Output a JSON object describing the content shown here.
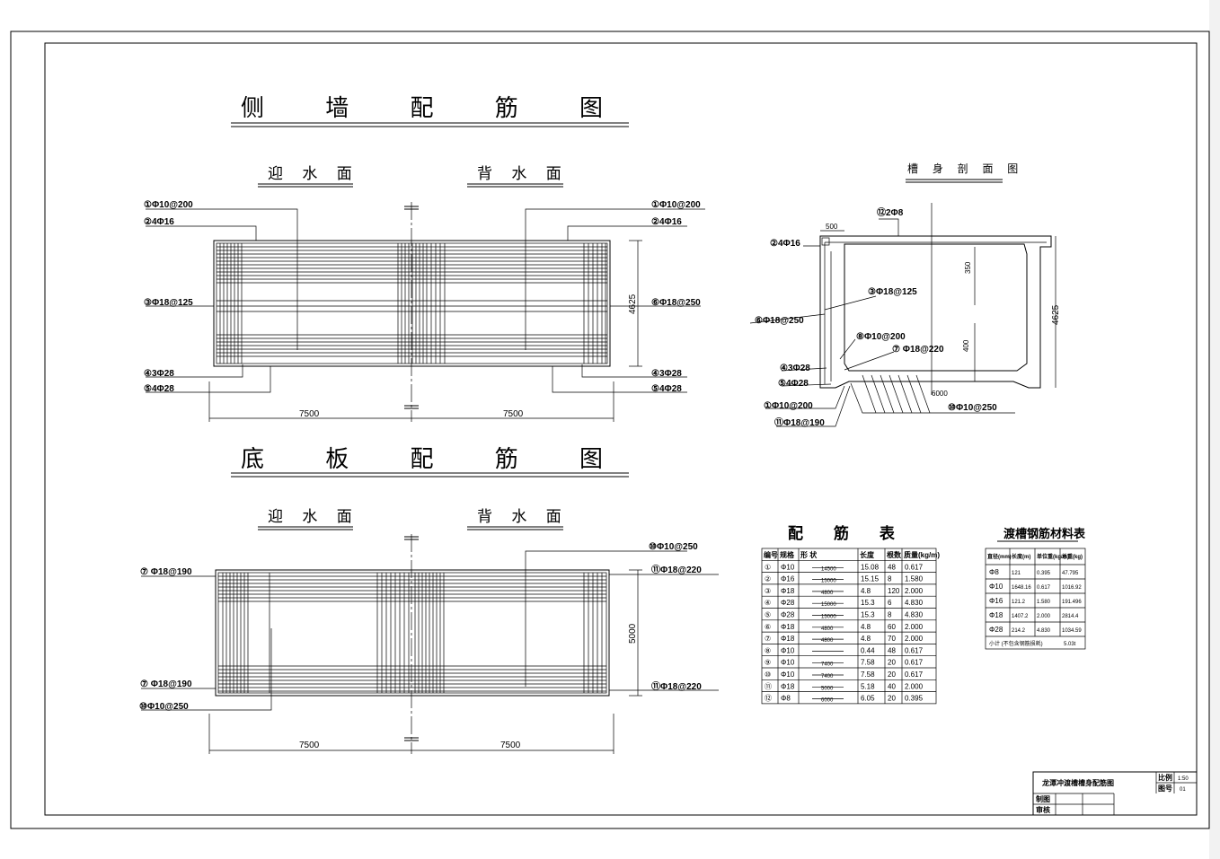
{
  "titles": {
    "side_wall": "侧 墙 配 筋 图",
    "bottom_slab": "底 板 配 筋 图",
    "upstream_face_1": "迎 水 面",
    "downstream_face_1": "背 水 面",
    "upstream_face_2": "迎 水 面",
    "downstream_face_2": "背 水 面",
    "section": "槽 身 剖 面 图",
    "rebar_table": "配 筋 表",
    "material_table": "渡槽钢筋材料表"
  },
  "wall_labels": {
    "l1": "①Φ10@200",
    "l2": "②4Φ16",
    "l3": "③Φ18@125",
    "l4": "④3Φ28",
    "l5": "⑤4Φ28",
    "r1": "①Φ10@200",
    "r2": "②4Φ16",
    "r6": "⑥Φ18@250",
    "r4": "④3Φ28",
    "r5": "⑤4Φ28",
    "dim_left": "7500",
    "dim_right": "7500",
    "dim_height": "4625"
  },
  "slab_labels": {
    "l7a": "⑦ Φ18@190",
    "l7b": "⑦ Φ18@190",
    "l10": "⑩Φ10@250",
    "r10": "⑩Φ10@250",
    "r11a": "⑪Φ18@220",
    "r11b": "⑪Φ18@220",
    "dim_left": "7500",
    "dim_right": "7500",
    "dim_height": "5000"
  },
  "section_labels": {
    "d500": "500",
    "l12": "⑫2Φ8",
    "l2": "②4Φ16",
    "l3": "③Φ18@125",
    "d350": "350",
    "d4625": "4625",
    "l6": "⑥Φ18@250",
    "l8": "⑧Φ10@200",
    "l7": "⑦ Φ18@220",
    "d400": "400",
    "l4": "④3Φ28",
    "l5": "⑤4Φ28",
    "d6000": "6000",
    "l1": "①Φ10@200",
    "l10": "⑩Φ10@250",
    "l11": "⑪Φ18@190"
  },
  "rebar_table": {
    "headers": [
      "编号",
      "规格",
      "形 状",
      "长度",
      "根数",
      "质量(kg/m)"
    ],
    "rows": [
      [
        "①",
        "Φ10",
        "14500",
        "15.08",
        "48",
        "0.617"
      ],
      [
        "②",
        "Φ16",
        "15000",
        "15.15",
        "8",
        "1.580"
      ],
      [
        "③",
        "Φ18",
        "4800",
        "4.8",
        "120",
        "2.000"
      ],
      [
        "④",
        "Φ28",
        "15000",
        "15.3",
        "6",
        "4.830"
      ],
      [
        "⑤",
        "Φ28",
        "15000",
        "15.3",
        "8",
        "4.830"
      ],
      [
        "⑥",
        "Φ18",
        "4800",
        "4.8",
        "60",
        "2.000"
      ],
      [
        "⑦",
        "Φ18",
        "4800",
        "4.8",
        "70",
        "2.000"
      ],
      [
        "⑧",
        "Φ10",
        "",
        "0.44",
        "48",
        "0.617"
      ],
      [
        "⑨",
        "Φ10",
        "7400",
        "7.58",
        "20",
        "0.617"
      ],
      [
        "⑩",
        "Φ10",
        "7400",
        "7.58",
        "20",
        "0.617"
      ],
      [
        "⑪",
        "Φ18",
        "5000",
        "5.18",
        "40",
        "2.000"
      ],
      [
        "⑫",
        "Φ8",
        "6000",
        "6.05",
        "20",
        "0.395"
      ]
    ]
  },
  "material_table": {
    "headers": [
      "直径(mm)",
      "长度(m)",
      "单位重(kg/m)",
      "总重(kg)"
    ],
    "rows": [
      [
        "Φ8",
        "121",
        "0.395",
        "47.795"
      ],
      [
        "Φ10",
        "1648.16",
        "0.617",
        "1016.92"
      ],
      [
        "Φ16",
        "121.2",
        "1.580",
        "191.496"
      ],
      [
        "Φ18",
        "1407.2",
        "2.000",
        "2814.4"
      ],
      [
        "Φ28",
        "214.2",
        "4.830",
        "1034.59"
      ]
    ],
    "total_label": "小计 (不包含钢筋损耗)",
    "total_value": "5.03t"
  },
  "title_block": {
    "drawing_name": "龙潭冲渡槽槽身配筋图",
    "scale_label": "比例",
    "scale_value": "1:50",
    "sheet_label": "图号",
    "sheet_value": "01",
    "drawn_label": "制图",
    "check_label": "审核"
  }
}
